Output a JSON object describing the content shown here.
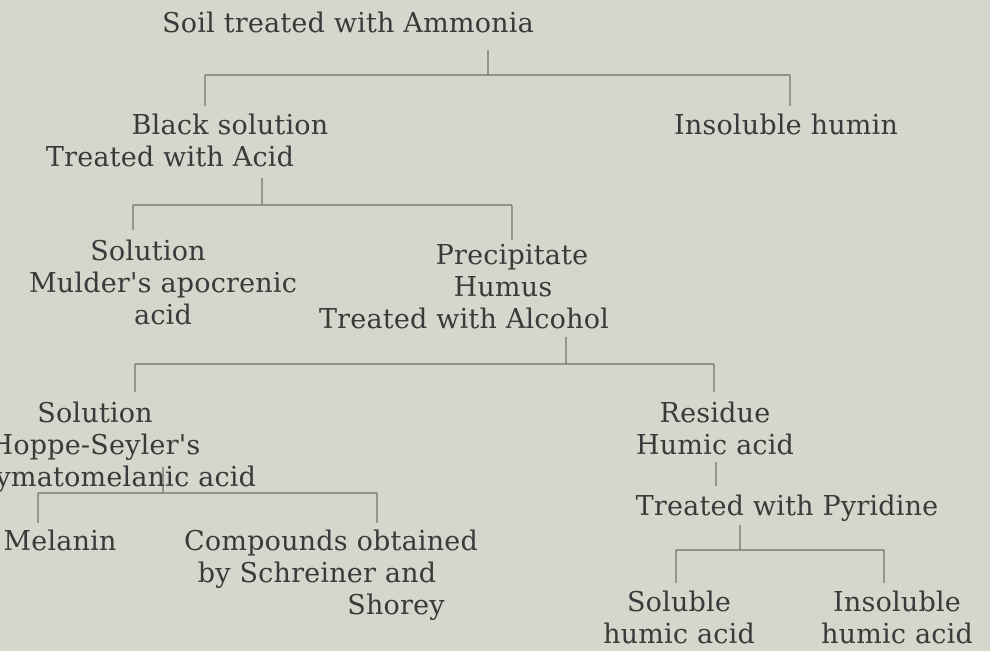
{
  "nodes": {
    "root": {
      "lines": [
        "Soil treated with Ammonia"
      ]
    },
    "black_solution": {
      "lines": [
        "Black solution",
        "Treated with Acid"
      ]
    },
    "insoluble_humin": {
      "lines": [
        "Insoluble humin"
      ]
    },
    "solution_mulder": {
      "lines": [
        "Solution",
        "Mulder's apocrenic",
        "acid"
      ]
    },
    "precipitate": {
      "lines": [
        "Precipitate",
        "Humus",
        "Treated with Alcohol"
      ]
    },
    "solution_hoppe": {
      "lines": [
        "Solution",
        "Hoppe-Seyler's",
        "hymatomelanic acid"
      ]
    },
    "residue": {
      "lines": [
        "Residue",
        "Humic acid"
      ]
    },
    "treated_pyridine": {
      "lines": [
        "Treated with Pyridine"
      ]
    },
    "melanin": {
      "lines": [
        "Melanin"
      ]
    },
    "compounds": {
      "lines": [
        "Compounds obtained",
        "by Schreiner and",
        "Shorey"
      ]
    },
    "soluble_humic": {
      "lines": [
        "Soluble",
        "humic acid"
      ]
    },
    "insoluble_humic": {
      "lines": [
        "Insoluble",
        "humic acid"
      ]
    }
  }
}
